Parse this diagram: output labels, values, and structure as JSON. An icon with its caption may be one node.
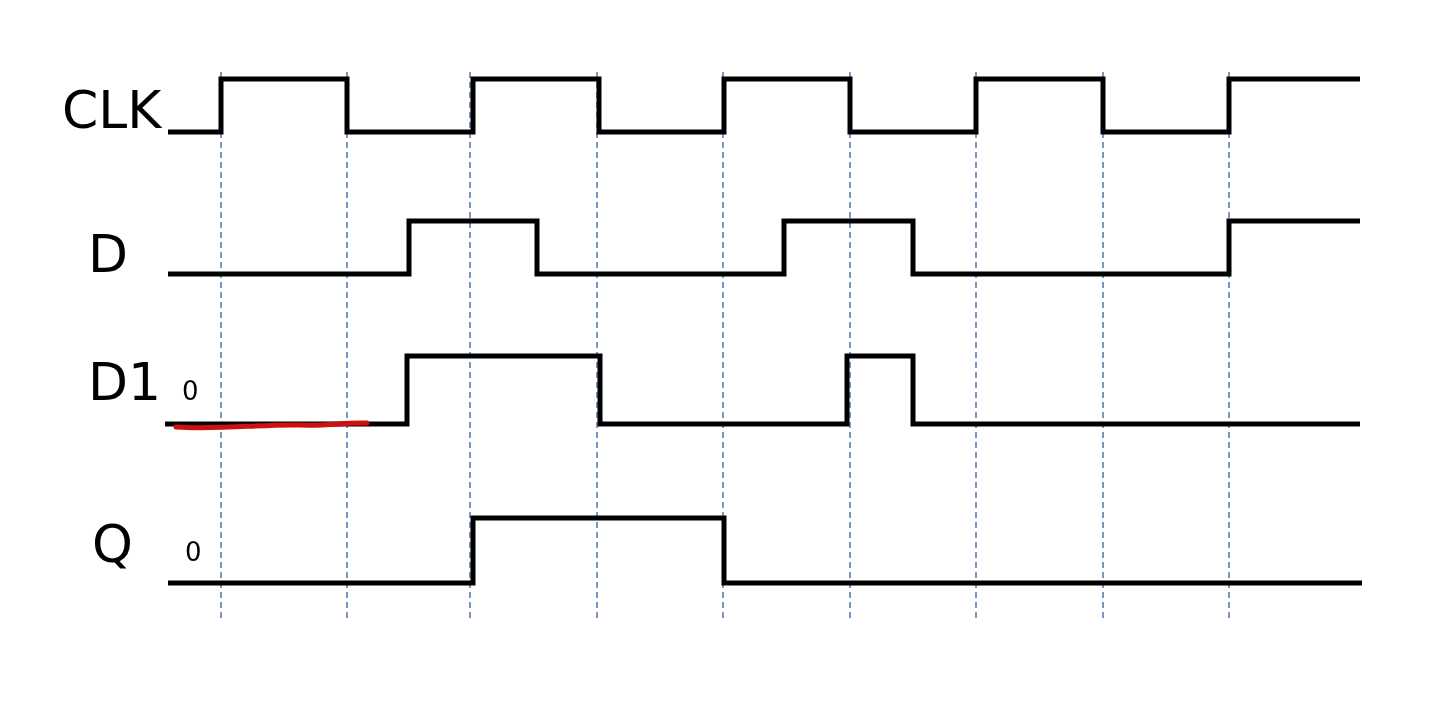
{
  "diagram": {
    "labels": [
      "CLK",
      "D",
      "D1",
      "0",
      "Q",
      "0"
    ]
  }
}
